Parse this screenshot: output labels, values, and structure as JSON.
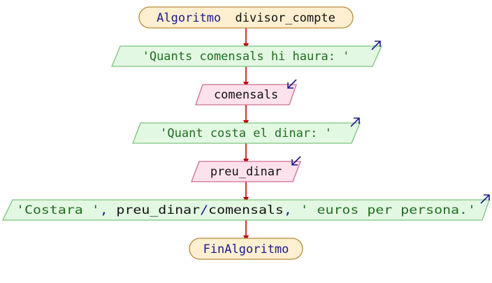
{
  "start": {
    "keyword": "Algoritmo",
    "name": "divisor_compte"
  },
  "steps": [
    {
      "kind": "output",
      "text": "'Quants comensals hi haura: '"
    },
    {
      "kind": "input",
      "text": "comensals"
    },
    {
      "kind": "output",
      "text": "'Quant costa el dinar: '"
    },
    {
      "kind": "input",
      "text": "preu_dinar"
    },
    {
      "kind": "output",
      "parts": {
        "s1": "'Costara '",
        "c1": ",",
        "v1": "preu_dinar",
        "op": "/",
        "v2": "comensals",
        "c2": ",",
        "s2": "' euros per persona.'"
      }
    }
  ],
  "end": {
    "keyword": "FinAlgoritmo"
  },
  "colors": {
    "terminal_fill": "#fdefcf",
    "terminal_stroke": "#b88a3a",
    "output_fill": "#e3f8e3",
    "output_stroke": "#7bc47b",
    "input_fill": "#fde1ec",
    "input_stroke": "#cc6f8f",
    "arrow": "#c00000",
    "io_arrow": "#1a1a8c"
  }
}
